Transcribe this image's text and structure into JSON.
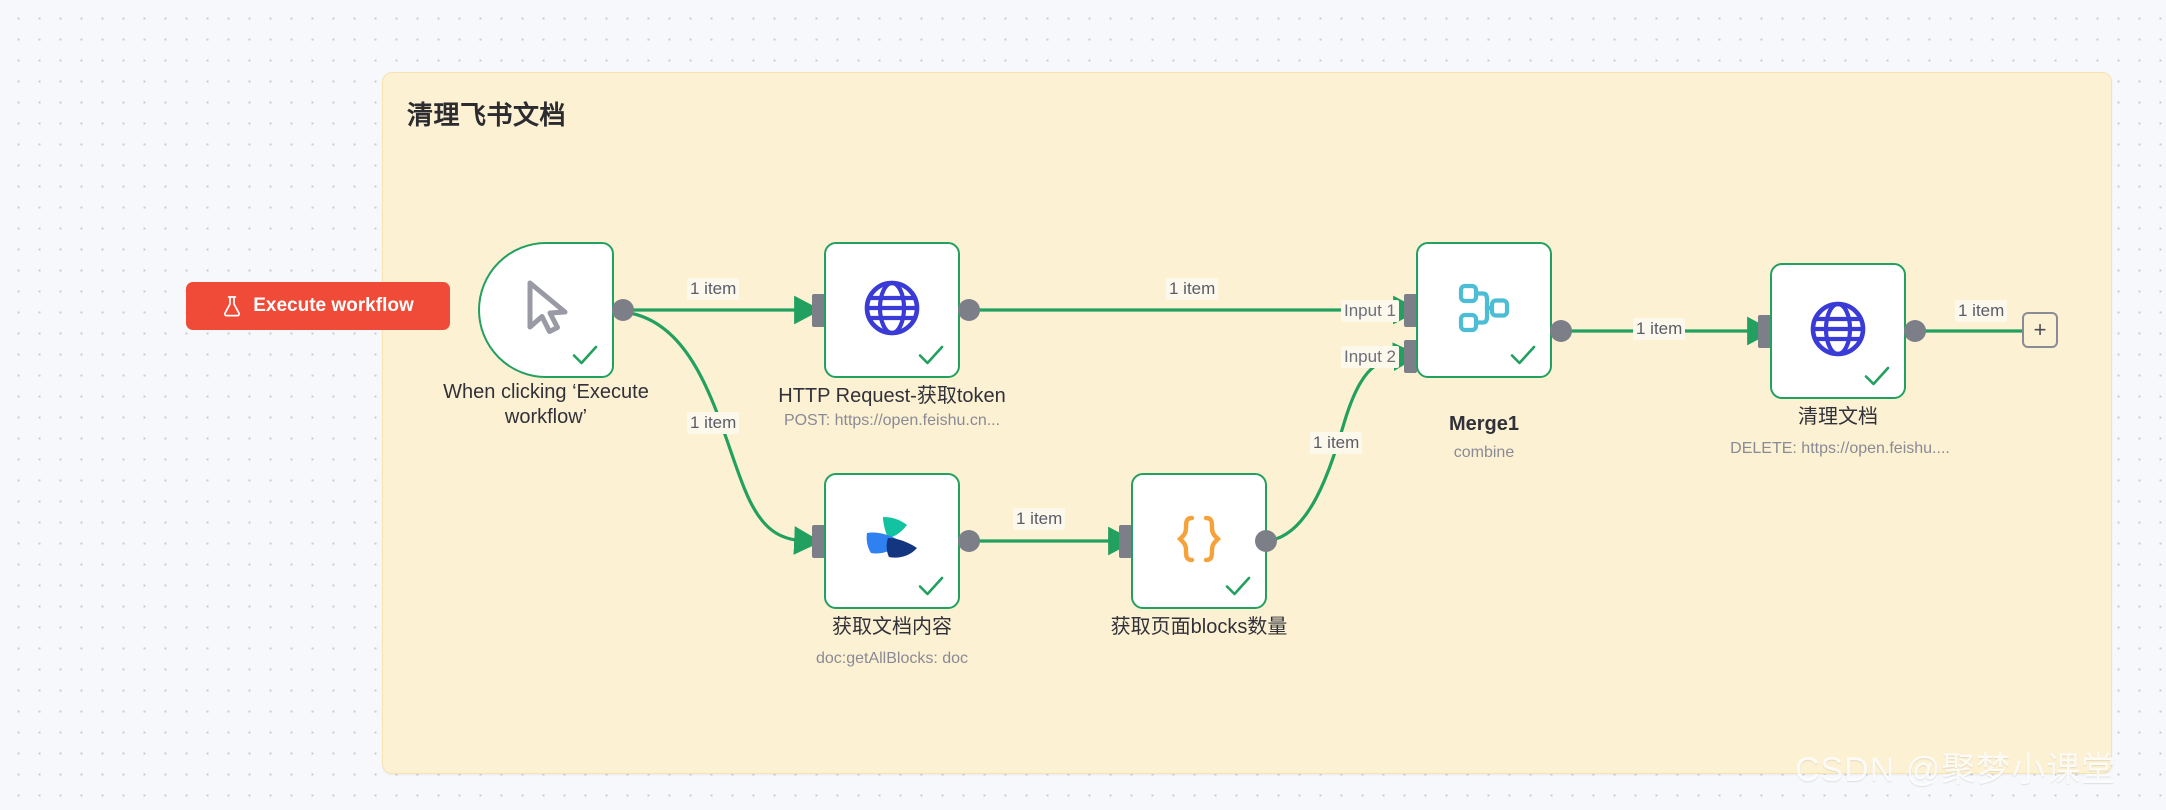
{
  "canvas": {
    "background_color": "#f7f8fb",
    "dot_color": "#c9ccd6"
  },
  "sticky_note": {
    "title": "清理飞书文档",
    "background_color": "#fdf1d3",
    "border_color": "#f5e3b4"
  },
  "execute_button": {
    "label": "Execute workflow",
    "icon": "flask-icon",
    "background_color": "#ef4b38",
    "text_color": "#ffffff"
  },
  "nodes": [
    {
      "id": "trigger",
      "name": "When clicking ‘Execute\nworkflow’",
      "subtitle": "",
      "icon": "mouse-pointer-icon",
      "status": "success",
      "border_color": "#22a05f"
    },
    {
      "id": "http-token",
      "name": "HTTP Request-获取token",
      "subtitle": "POST: https://open.feishu.cn...",
      "icon": "globe-icon",
      "status": "success",
      "border_color": "#22a05f",
      "icon_color": "#3a3ad6"
    },
    {
      "id": "feishu-doc",
      "name": "获取文档内容",
      "subtitle": "doc:getAllBlocks: doc",
      "icon": "feishu-icon",
      "status": "success",
      "border_color": "#22a05f"
    },
    {
      "id": "code-blocks",
      "name": "获取页面blocks数量",
      "subtitle": "",
      "icon": "code-braces-icon",
      "status": "success",
      "border_color": "#22a05f",
      "icon_color": "#f5a23b"
    },
    {
      "id": "merge1",
      "name": "Merge1",
      "subtitle": "combine",
      "icon": "merge-icon",
      "status": "success",
      "border_color": "#22a05f",
      "icon_color": "#4bbdd4"
    },
    {
      "id": "http-delete",
      "name": "清理文档",
      "subtitle": "DELETE: https://open.feishu....",
      "icon": "globe-icon",
      "status": "success",
      "border_color": "#22a05f",
      "icon_color": "#3a3ad6"
    }
  ],
  "edges": [
    {
      "from": "trigger",
      "to": "http-token",
      "label": "1 item"
    },
    {
      "from": "trigger",
      "to": "feishu-doc",
      "label": "1 item"
    },
    {
      "from": "http-token",
      "to": "merge1",
      "label": "1 item"
    },
    {
      "from": "feishu-doc",
      "to": "code-blocks",
      "label": "1 item"
    },
    {
      "from": "code-blocks",
      "to": "merge1",
      "label": "1 item"
    },
    {
      "from": "merge1",
      "to": "http-delete",
      "label": "1 item"
    },
    {
      "from": "http-delete",
      "to": "plus",
      "label": "1 item"
    }
  ],
  "merge_inputs": {
    "input1": "Input 1",
    "input2": "Input 2"
  },
  "add_node_button": {
    "label": "+"
  },
  "watermark": {
    "text": "CSDN @聚梦小课堂"
  },
  "colors": {
    "connection": "#22a05f",
    "port": "#7d7f88",
    "node_border": "#22a05f",
    "accent_red": "#ef4b38"
  }
}
